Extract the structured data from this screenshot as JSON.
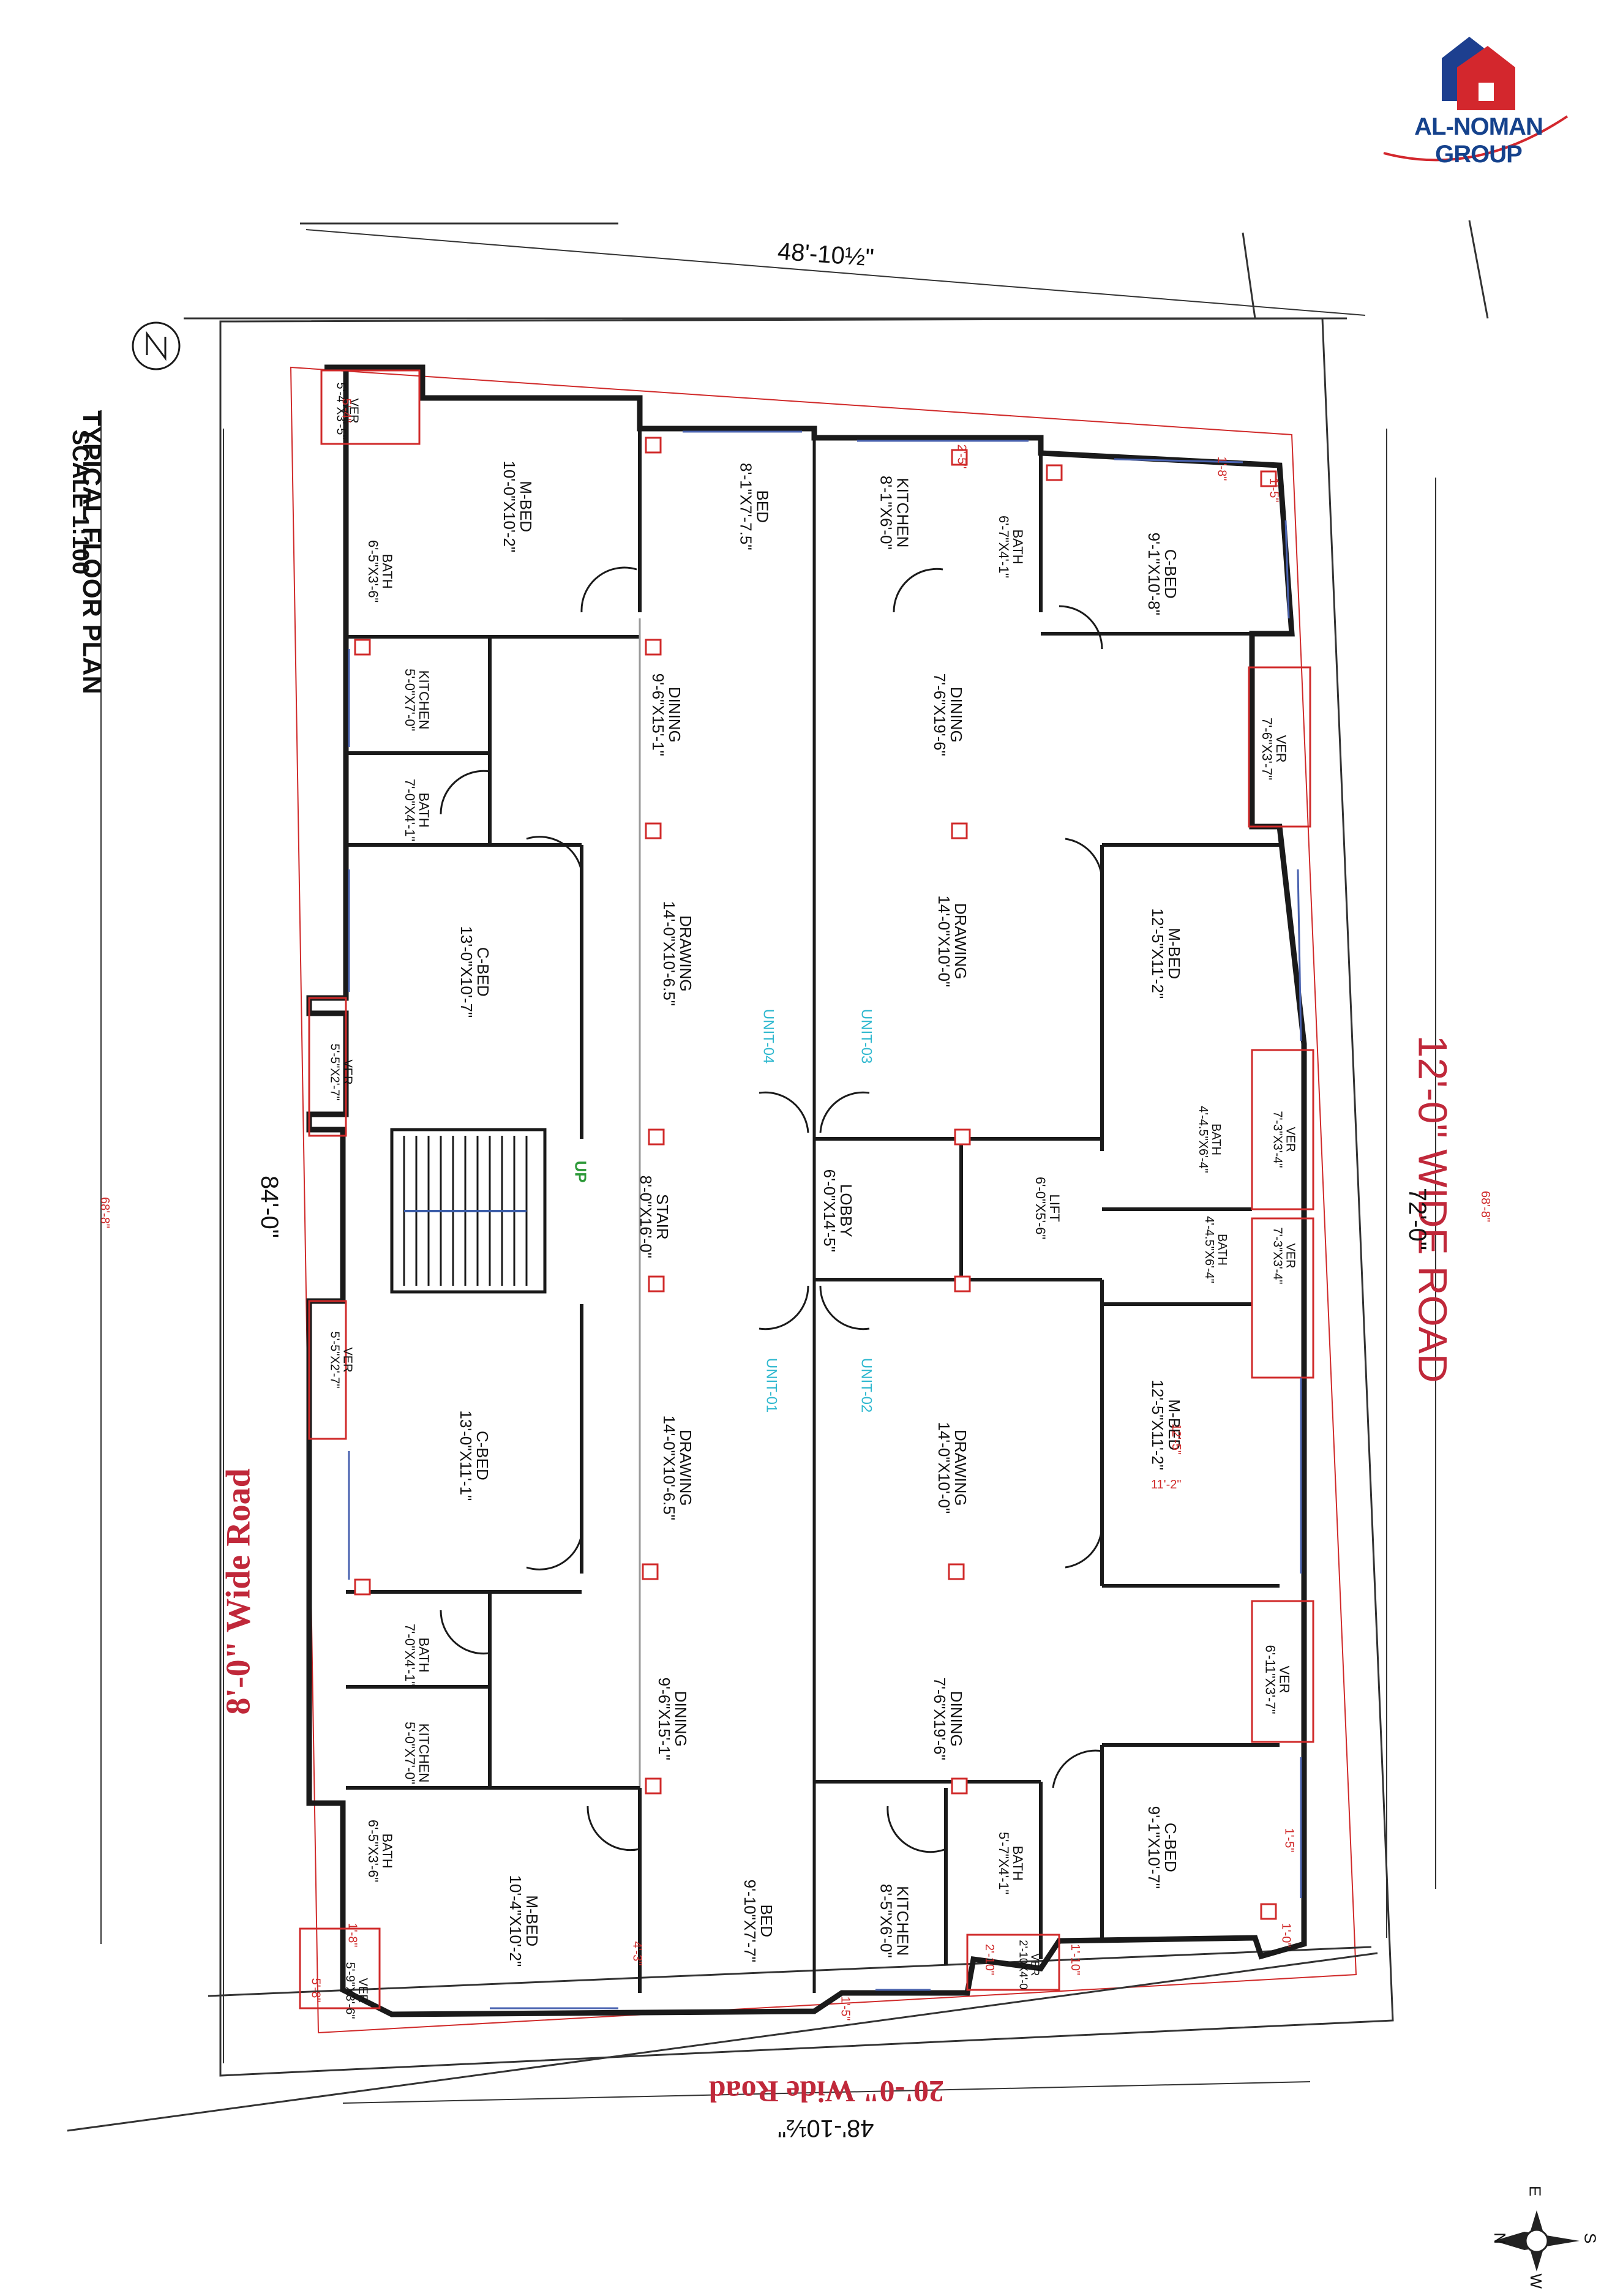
{
  "brand": {
    "name": "AL-NOMAN GROUP"
  },
  "plan": {
    "title": "TYPICAL FLOOR PLAN",
    "scale": "SCALE 1:100",
    "roads": {
      "east": "12'-0\" WIDE ROAD",
      "west": "8'-0\" Wide Road",
      "south": "20'-0\" Wide Road"
    },
    "dims": {
      "top": "48'-10½\"",
      "bottom": "48'-10½\"",
      "left": "84'-0\"",
      "left_inner": "68'-8\"",
      "right": "72'-0\"",
      "right_inner": "68'-8\""
    },
    "units": [
      "UNIT-01",
      "UNIT-02",
      "UNIT-03",
      "UNIT-04"
    ],
    "rooms": [
      {
        "name": "VER",
        "size": "5'-4\"X3'-5\""
      },
      {
        "name": "M-BED",
        "size": "10'-0\"X10'-2\""
      },
      {
        "name": "BED",
        "size": "8'-1\"X7'-7.5\""
      },
      {
        "name": "KITCHEN",
        "size": "8'-1\"X6'-0\""
      },
      {
        "name": "BATH",
        "size": "6'-7\"X4'-1\""
      },
      {
        "name": "C-BED",
        "size": "9'-1\"X10'-8\""
      },
      {
        "name": "BATH",
        "size": "6'-5\"X3'-6\""
      },
      {
        "name": "KITCHEN",
        "size": "5'-0\"X7'-0\""
      },
      {
        "name": "DINING",
        "size": "9'-6\"X15'-1\""
      },
      {
        "name": "DINING",
        "size": "7'-6\"X19'-6\""
      },
      {
        "name": "VER",
        "size": "7'-6\"X3'-7\""
      },
      {
        "name": "BATH",
        "size": "7'-0\"X4'-1\""
      },
      {
        "name": "DRAWING",
        "size": "14'-0\"X10'-6.5\""
      },
      {
        "name": "DRAWING",
        "size": "14'-0\"X10'-0\""
      },
      {
        "name": "M-BED",
        "size": "12'-5\"X11'-2\""
      },
      {
        "name": "C-BED",
        "size": "13'-0\"X10'-7\""
      },
      {
        "name": "VER",
        "size": "5'-5\"X2'-7\""
      },
      {
        "name": "BATH",
        "size": "4'-4.5\"X6'-4\""
      },
      {
        "name": "VER",
        "size": "7'-3\"X3'-4\""
      },
      {
        "name": "STAIR",
        "size": "8'-0\"X16'-0\""
      },
      {
        "name": "LOBBY",
        "size": "6'-0\"X14'-5\""
      },
      {
        "name": "LIFT",
        "size": "6'-0\"X5'-6\""
      },
      {
        "name": "BATH",
        "size": "4'-4.5\"X6'-4\""
      },
      {
        "name": "VER",
        "size": "7'-3\"X3'-4\""
      },
      {
        "name": "VER",
        "size": "5'-5\"X2'-7\""
      },
      {
        "name": "M-BED",
        "size": "12'-5\"X11'-2\""
      },
      {
        "name": "C-BED",
        "size": "13'-0\"X11'-1\""
      },
      {
        "name": "DRAWING",
        "size": "14'-0\"X10'-6.5\""
      },
      {
        "name": "DRAWING",
        "size": "14'-0\"X10'-0\""
      },
      {
        "name": "VER",
        "size": "6'-11\"X3'-7\""
      },
      {
        "name": "BATH",
        "size": "7'-0\"X4'-1\""
      },
      {
        "name": "DINING",
        "size": "9'-6\"X15'-1\""
      },
      {
        "name": "DINING",
        "size": "7'-6\"X19'-6\""
      },
      {
        "name": "KITCHEN",
        "size": "5'-0\"X7'-0\""
      },
      {
        "name": "C-BED",
        "size": "9'-1\"X10'-7\""
      },
      {
        "name": "BATH",
        "size": "6'-5\"X3'-6\""
      },
      {
        "name": "BATH",
        "size": "5'-7\"X4'-1\""
      },
      {
        "name": "M-BED",
        "size": "10'-4\"X10'-2\""
      },
      {
        "name": "BED",
        "size": "9'-10\"X7'-7\""
      },
      {
        "name": "KITCHEN",
        "size": "8'-5\"X6'-0\""
      },
      {
        "name": "VER",
        "size": "2'-10X4'-0"
      },
      {
        "name": "VER",
        "size": "5'-9\"X3'-6\""
      }
    ],
    "stair_up": "UP",
    "small_dims": [
      "5'-4\"",
      "2'-5\"",
      "1'-8\"",
      "1'-5\"",
      "12'-5\"",
      "11'-2\"",
      "1'-5\"",
      "1'-0\"",
      "1'-10\"",
      "2'-10\"",
      "1'-5\"",
      "4'-3\"",
      "5'-8\"",
      "1'-8\""
    ],
    "compass": {
      "n": "N",
      "s": "S",
      "e": "E",
      "w": "W"
    },
    "colors": {
      "walls": "#1a1a1a",
      "red": "#d02a2a",
      "unit_label": "#2fb8cf",
      "up_label": "#2e9a3a",
      "road_red": "#c0283a",
      "brand_blue": "#15428c"
    }
  }
}
